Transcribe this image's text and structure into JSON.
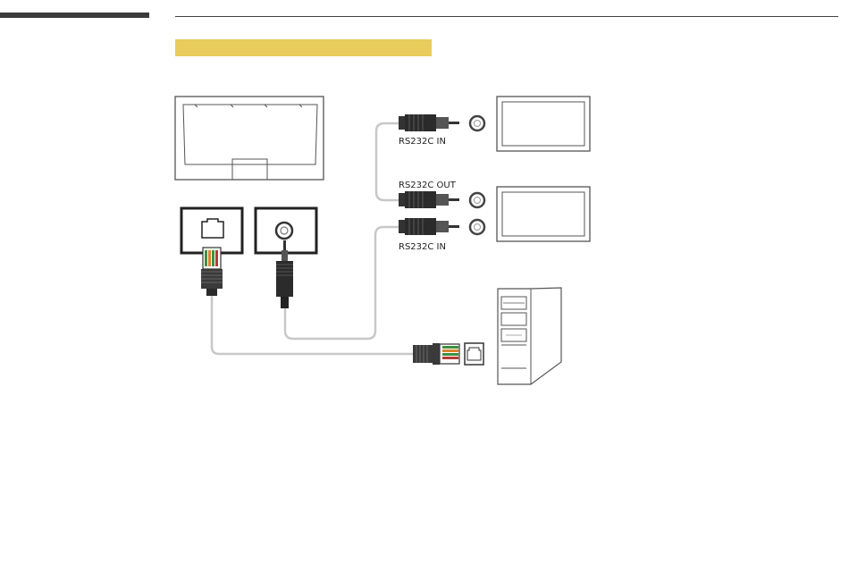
{
  "diagram": {
    "labels": {
      "rs232c_in_top": "RS232C IN",
      "rs232c_out": "RS232C OUT",
      "rs232c_in_bottom": "RS232C IN"
    }
  },
  "colors": {
    "heading_bar": "#e8cc5c",
    "rule": "#3a3a3a",
    "cable": "#c8c8c8",
    "device_outline": "#555555",
    "rj45_green": "#3f8f3f",
    "rj45_orange": "#d9822b",
    "rj45_red": "#b73a3a"
  },
  "icons": [
    "hub-panel-icon",
    "rj45-port-icon",
    "stereo-port-icon",
    "rj45-plug-icon",
    "stereo-plug-icon",
    "display-monitor-icon",
    "pc-tower-icon"
  ]
}
